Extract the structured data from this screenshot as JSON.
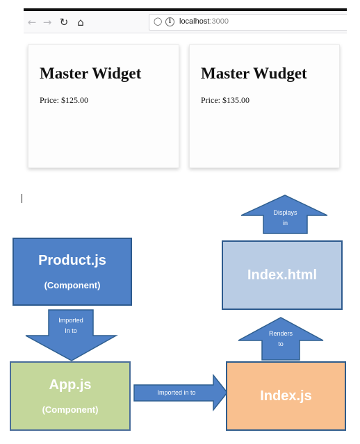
{
  "browser": {
    "back_icon": "back-arrow-icon",
    "forward_icon": "forward-arrow-icon",
    "reload_icon": "reload-icon",
    "home_icon": "home-icon",
    "url_host": "localhost",
    "url_port": ":3000"
  },
  "products": [
    {
      "name": "Master Widget",
      "price": "Price: $125.00"
    },
    {
      "name": "Master Wudget",
      "price": "Price: $135.00"
    }
  ],
  "diagram": {
    "product": {
      "title": "Product.js",
      "subtitle": "(Component)"
    },
    "app": {
      "title": "App.js",
      "subtitle": "(Component)"
    },
    "indexjs": {
      "title": "Index.js"
    },
    "indexhtml": {
      "title": "Index.html"
    },
    "arrows": {
      "imported_in_to_down": [
        "Imported",
        "In to"
      ],
      "imported_in_to_right": "Imported in to",
      "renders_to": [
        "Renders",
        "to"
      ],
      "displays_in": [
        "Displays",
        "in"
      ]
    },
    "colors": {
      "product": "#4f81c7",
      "app": "#c4d79b",
      "indexjs": "#f9c08f",
      "indexhtml": "#b9cce4",
      "arrow": "#4f81c7"
    }
  }
}
